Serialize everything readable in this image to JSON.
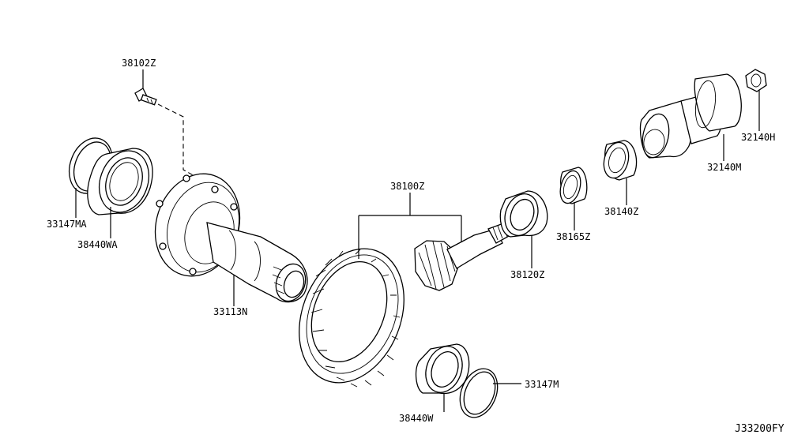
{
  "diagram_id": "J33200FY",
  "parts": {
    "p38102Z": "38102Z",
    "p33147MA": "33147MA",
    "p38440WA": "38440WA",
    "p33113N": "33113N",
    "p38100Z": "38100Z",
    "p38120Z": "38120Z",
    "p38165Z": "38165Z",
    "p38140Z": "38140Z",
    "p32140M": "32140M",
    "p32140H": "32140H",
    "p38440W": "38440W",
    "p33147M": "33147M"
  }
}
